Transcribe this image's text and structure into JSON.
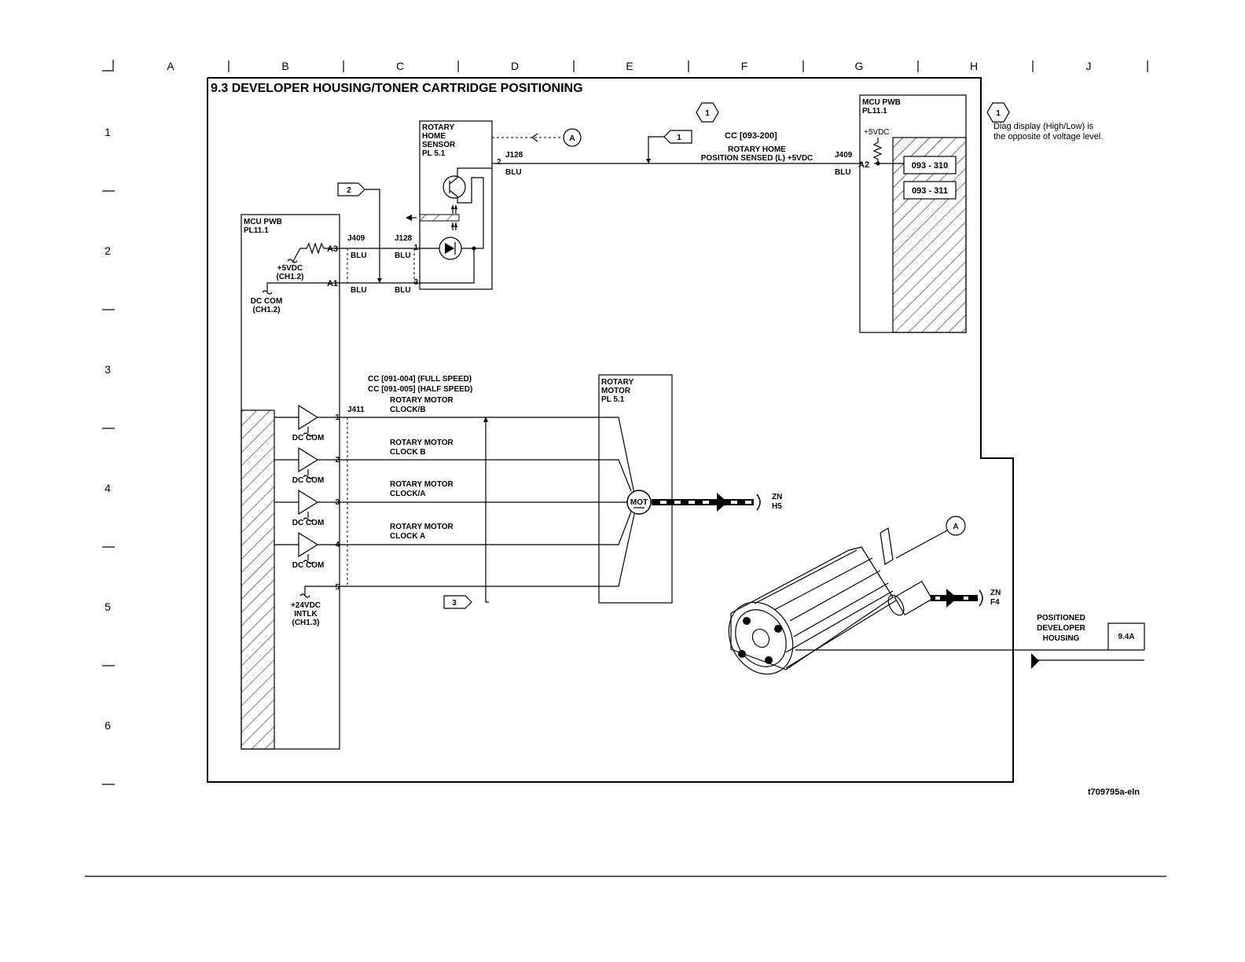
{
  "grid": {
    "columns": [
      "A",
      "B",
      "C",
      "D",
      "E",
      "F",
      "G",
      "H",
      "J"
    ],
    "rows": [
      "1",
      "2",
      "3",
      "4",
      "5",
      "6"
    ]
  },
  "title": "9.3 DEVELOPER HOUSING/TONER CARTRIDGE POSITIONING",
  "note": {
    "number": "1",
    "line1": "Diag display (High/Low) is",
    "line2": "the opposite of voltage level."
  },
  "sensor": {
    "lines": [
      "ROTARY",
      "HOME",
      "SENSOR",
      "PL 5.1"
    ],
    "connector": "J128",
    "pins": [
      "2",
      "1",
      "3"
    ]
  },
  "mcu_right": {
    "line1": "MCU PWB",
    "line2": "PL11.1",
    "supply": "+5VDC",
    "connector": "J409",
    "pin": "A2",
    "codes": [
      "093 - 310",
      "093 - 311"
    ]
  },
  "mcu_left": {
    "line1": "MCU PWB",
    "line2": "PL11.1",
    "connector_a": "J409",
    "connector_b": "J128",
    "pin_a3": "A3",
    "pin_a1": "A1",
    "supply": [
      "+5VDC",
      "(CH1.2)"
    ],
    "ground": [
      "DC COM",
      "(CH1.2)"
    ],
    "motor_connector": "J411",
    "motor_pins": [
      "1",
      "2",
      "3",
      "4",
      "5"
    ],
    "driver_ground": "DC COM",
    "intlk": [
      "+24VDC",
      "INTLK",
      "(CH1.3)"
    ]
  },
  "wire_color": "BLU",
  "home_signal": {
    "cc": "CC [093-200]",
    "line1": "ROTARY HOME",
    "line2": "POSITION SENSED (L) +5VDC"
  },
  "flags": [
    "1",
    "2",
    "3"
  ],
  "connector_off_page": "A",
  "motor_signals": {
    "cc1": "CC [091-004] (FULL SPEED)",
    "cc2": "CC [091-005] (HALF SPEED)",
    "clocks": [
      [
        "ROTARY MOTOR",
        "CLOCK/B"
      ],
      [
        "ROTARY MOTOR",
        "CLOCK B"
      ],
      [
        "ROTARY MOTOR",
        "CLOCK/A"
      ],
      [
        "ROTARY MOTOR",
        "CLOCK A"
      ]
    ]
  },
  "motor": {
    "lines": [
      "ROTARY",
      "MOTOR",
      "PL 5.1"
    ],
    "symbol": "MOT"
  },
  "zones": [
    [
      "ZN",
      "H5"
    ],
    [
      "ZN",
      "F4"
    ]
  ],
  "output": {
    "lines": [
      "POSITIONED",
      "DEVELOPER",
      "HOUSING"
    ],
    "ref": "9.4A"
  },
  "figure_id": "t709795a-eln"
}
